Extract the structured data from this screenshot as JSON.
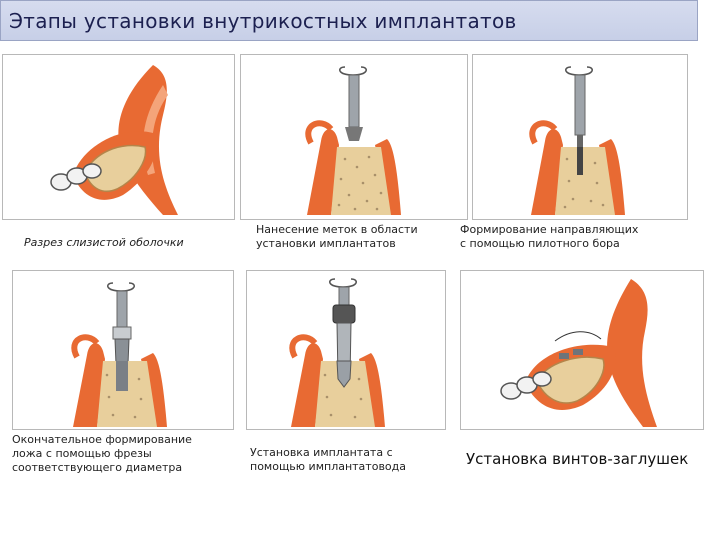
{
  "title": "Этапы установки внутрикостных имплантатов",
  "steps": [
    {
      "lines": [
        "Разрез слизистой оболочки"
      ]
    },
    {
      "lines": [
        "Нанесение меток в области",
        "установки имплантатов"
      ]
    },
    {
      "lines": [
        "Формирование направляющих",
        "с помощью пилотного бора"
      ]
    },
    {
      "lines": [
        "Окончательное формирование",
        "ложа с помощью фрезы",
        "соответствующего диаметра"
      ]
    },
    {
      "lines": [
        "Установка имплантата с",
        "помощью имплантатовода"
      ]
    },
    {
      "lines": [
        "Установка винтов-заглушек"
      ]
    }
  ],
  "colors": {
    "title_bar": "#c7cfe7",
    "title_text": "#1c2050",
    "gum": "#e86a33",
    "gum_light": "#f4a47a",
    "bone": "#e8cf9c",
    "bone_dots": "#a8906a",
    "tool": "#9ea4aa"
  }
}
